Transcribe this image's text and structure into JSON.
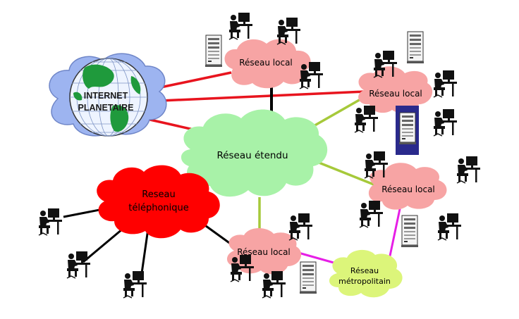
{
  "internet": {
    "line1": "INTERNET",
    "line2": "PLANETAIRE",
    "cloud_color": "#9db4f0"
  },
  "clouds": {
    "local_top": "Réseau local",
    "local_right": "Réseau local",
    "wan": "Réseau étendu",
    "local_right2": "Réseau local",
    "phone_line1": "Reseau",
    "phone_line2": "téléphonique",
    "local_bottom": "Réseau local",
    "metro_line1": "Réseau",
    "metro_line2": "métropolitain"
  },
  "colors": {
    "local_cloud": "#f7a4a4",
    "wan_cloud": "#a8f2a8",
    "phone_cloud": "#ff0000",
    "metro_cloud": "#dcf57a",
    "link_red": "#e8141e",
    "link_black": "#000000",
    "link_green": "#a6c93a",
    "link_magenta": "#e61ee6"
  },
  "icons": {
    "workstation": "user-at-computer-icon",
    "server": "server-tower-icon",
    "globe": "globe-icon"
  }
}
